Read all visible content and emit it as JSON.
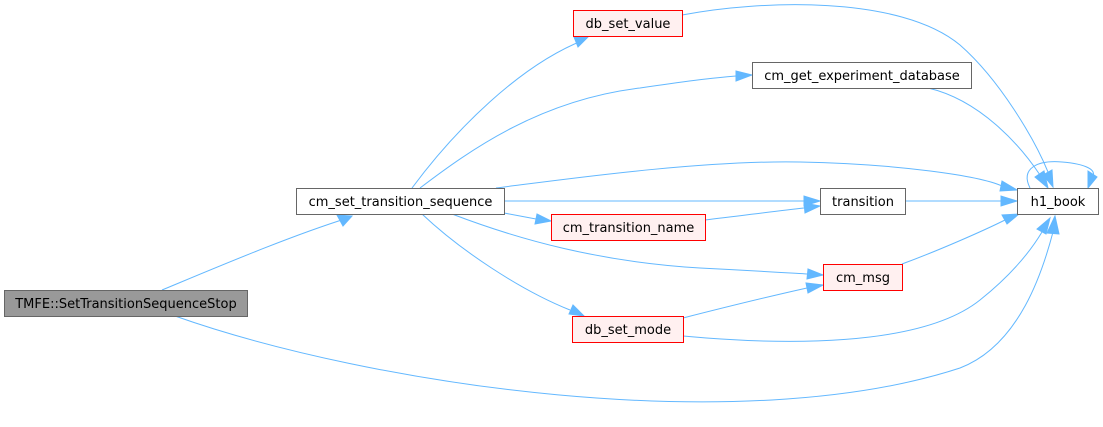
{
  "colors": {
    "edge": "#63b8ff",
    "root_fill": "#999999",
    "root_stroke": "#666666",
    "normal_fill": "#ffffff",
    "normal_stroke": "#666666",
    "incomplete_fill": "#fff0f0",
    "incomplete_stroke": "#ff0000"
  },
  "nodes": {
    "root": {
      "label": "TMFE::SetTransitionSequenceStop",
      "kind": "root"
    },
    "cm_set_transition_sequence": {
      "label": "cm_set_transition_sequence",
      "kind": "normal"
    },
    "db_set_value": {
      "label": "db_set_value",
      "kind": "incomplete"
    },
    "cm_get_experiment_database": {
      "label": "cm_get_experiment_database",
      "kind": "normal"
    },
    "transition": {
      "label": "transition",
      "kind": "normal"
    },
    "cm_transition_name": {
      "label": "cm_transition_name",
      "kind": "incomplete"
    },
    "cm_msg": {
      "label": "cm_msg",
      "kind": "incomplete"
    },
    "db_set_mode": {
      "label": "db_set_mode",
      "kind": "incomplete"
    },
    "h1_book": {
      "label": "h1_book",
      "kind": "normal"
    }
  },
  "edges": [
    {
      "from": "root",
      "to": "cm_set_transition_sequence"
    },
    {
      "from": "root",
      "to": "h1_book"
    },
    {
      "from": "cm_set_transition_sequence",
      "to": "db_set_value"
    },
    {
      "from": "cm_set_transition_sequence",
      "to": "cm_get_experiment_database"
    },
    {
      "from": "cm_set_transition_sequence",
      "to": "h1_book"
    },
    {
      "from": "cm_set_transition_sequence",
      "to": "transition"
    },
    {
      "from": "cm_set_transition_sequence",
      "to": "cm_transition_name"
    },
    {
      "from": "cm_set_transition_sequence",
      "to": "cm_msg"
    },
    {
      "from": "cm_set_transition_sequence",
      "to": "db_set_mode"
    },
    {
      "from": "db_set_value",
      "to": "h1_book"
    },
    {
      "from": "cm_get_experiment_database",
      "to": "h1_book"
    },
    {
      "from": "transition",
      "to": "h1_book"
    },
    {
      "from": "cm_transition_name",
      "to": "transition"
    },
    {
      "from": "cm_msg",
      "to": "h1_book"
    },
    {
      "from": "db_set_mode",
      "to": "cm_msg"
    },
    {
      "from": "db_set_mode",
      "to": "h1_book"
    },
    {
      "from": "h1_book",
      "to": "h1_book"
    }
  ]
}
